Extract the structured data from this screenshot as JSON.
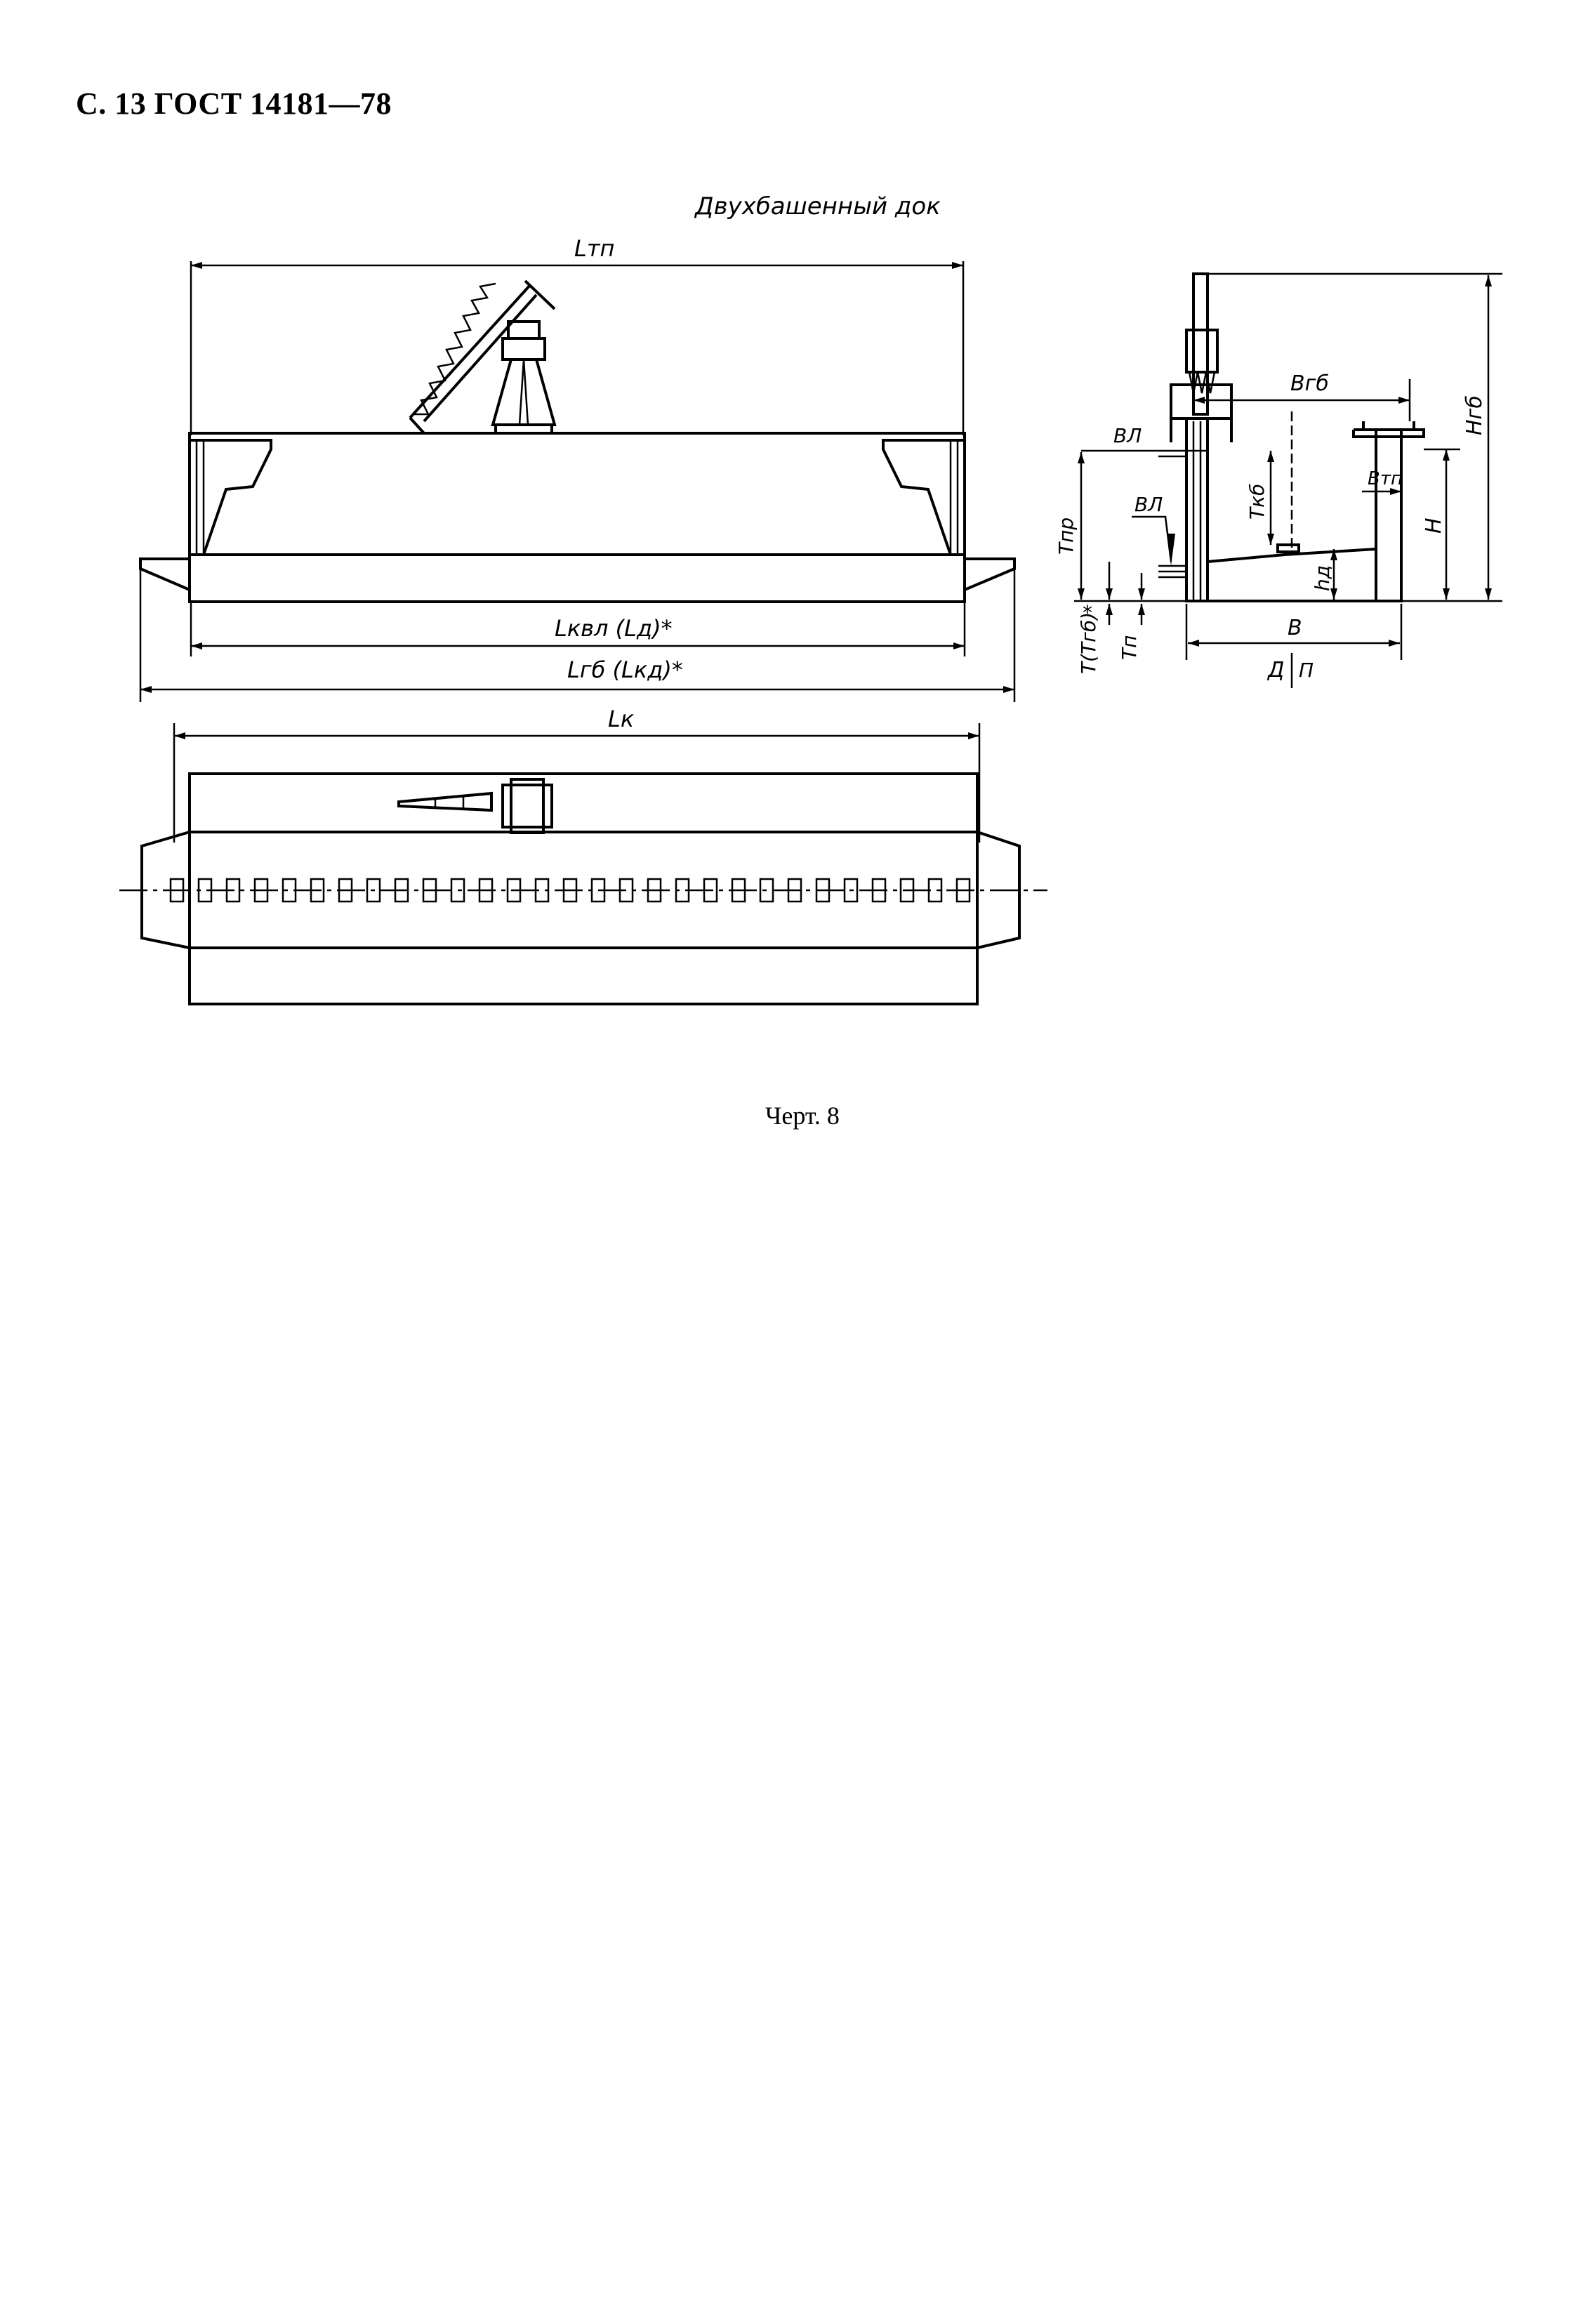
{
  "header": {
    "text": "С. 13 ГОСТ 14181—78"
  },
  "drawing": {
    "title": "Двухбашенный док",
    "labels": {
      "L_tp": "Lтп",
      "L_kvl": "Lквл (Lд)*",
      "L_gb": "Lгб (Lкд)*",
      "L_k": "Lк",
      "B_gb": "Вгб",
      "VL_top": "ВЛ",
      "VL_mid": "ВЛ",
      "B_tp": "Втп",
      "H_gb": "Нгб",
      "T_kb": "Ткб",
      "T_pr": "Тпр",
      "H": "Н",
      "h_d": "hд",
      "T": "Т(Тгб)",
      "star": "*",
      "T_p": "Тп",
      "B": "В",
      "D": "Д",
      "P": "П"
    }
  },
  "caption": {
    "text": "Черт. 8"
  }
}
